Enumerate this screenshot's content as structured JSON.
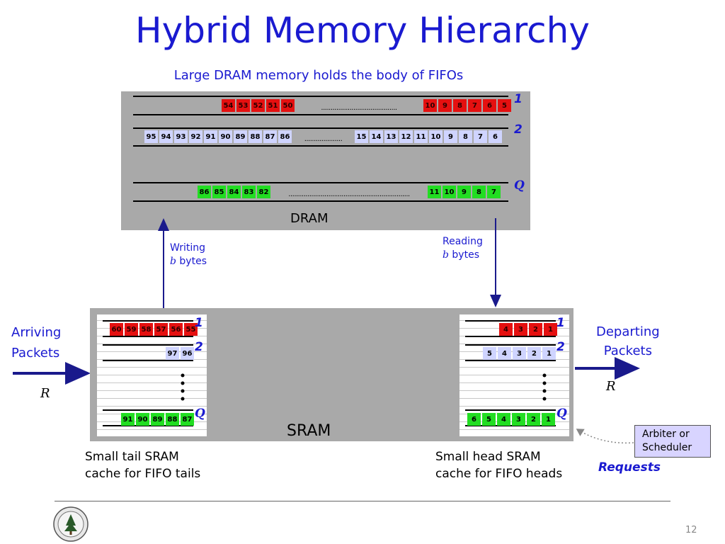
{
  "title": "Hybrid Memory Hierarchy",
  "subtitle": "Large DRAM memory holds the body of FIFOs",
  "dram": {
    "label": "DRAM",
    "rows": [
      {
        "id": "1",
        "left_cells": [
          "54",
          "53",
          "52",
          "51",
          "50"
        ],
        "dots": "........................................",
        "right_cells": [
          "10",
          "9",
          "8",
          "7",
          "6",
          "5"
        ],
        "color": "red"
      },
      {
        "id": "2",
        "left_cells": [
          "95",
          "94",
          "93",
          "92",
          "91",
          "90",
          "89",
          "88",
          "87",
          "86"
        ],
        "dots": "....................",
        "right_cells": [
          "15",
          "14",
          "13",
          "12",
          "11",
          "10",
          "9",
          "8",
          "7",
          "6"
        ],
        "color": "blue"
      },
      {
        "id": "Q",
        "left_cells": [
          "86",
          "85",
          "84",
          "83",
          "82"
        ],
        "dots": "................................................................",
        "right_cells": [
          "11",
          "10",
          "9",
          "8",
          "7"
        ],
        "color": "green"
      }
    ]
  },
  "sram": {
    "label": "SRAM",
    "tail_rows": [
      {
        "id": "1",
        "cells": [
          "60",
          "59",
          "58",
          "57",
          "56",
          "55"
        ],
        "color": "red"
      },
      {
        "id": "2",
        "cells": [
          "97",
          "96"
        ],
        "color": "blue"
      },
      {
        "id": "Q",
        "cells": [
          "91",
          "90",
          "89",
          "88",
          "87"
        ],
        "color": "green"
      }
    ],
    "head_rows": [
      {
        "id": "1",
        "cells": [
          "4",
          "3",
          "2",
          "1"
        ],
        "color": "red"
      },
      {
        "id": "2",
        "cells": [
          "5",
          "4",
          "3",
          "2",
          "1"
        ],
        "color": "blue"
      },
      {
        "id": "Q",
        "cells": [
          "6",
          "5",
          "4",
          "3",
          "2",
          "1"
        ],
        "color": "green"
      }
    ]
  },
  "writing": {
    "line1": "Writing",
    "b": "b",
    "bytes": " bytes"
  },
  "reading": {
    "line1": "Reading",
    "b": "b",
    "bytes": " bytes"
  },
  "arriving": {
    "line1": "Arriving",
    "line2": "Packets",
    "rate": "R"
  },
  "departing": {
    "line1": "Departing",
    "line2": "Packets",
    "rate": "R"
  },
  "tail_caption": {
    "line1": "Small tail SRAM",
    "line2": "cache for FIFO tails"
  },
  "head_caption": {
    "line1": "Small head SRAM",
    "line2": "cache for FIFO heads"
  },
  "arbiter": {
    "line1": "Arbiter or",
    "line2": "Scheduler"
  },
  "requests": "Requests",
  "page_number": "12",
  "colors": {
    "title": "#1a1ad0",
    "red": "#e51010",
    "blue": "#cfd4ff",
    "green": "#22dd22",
    "panel": "#a9a9a9",
    "arbiter_bg": "#d8d4ff"
  }
}
